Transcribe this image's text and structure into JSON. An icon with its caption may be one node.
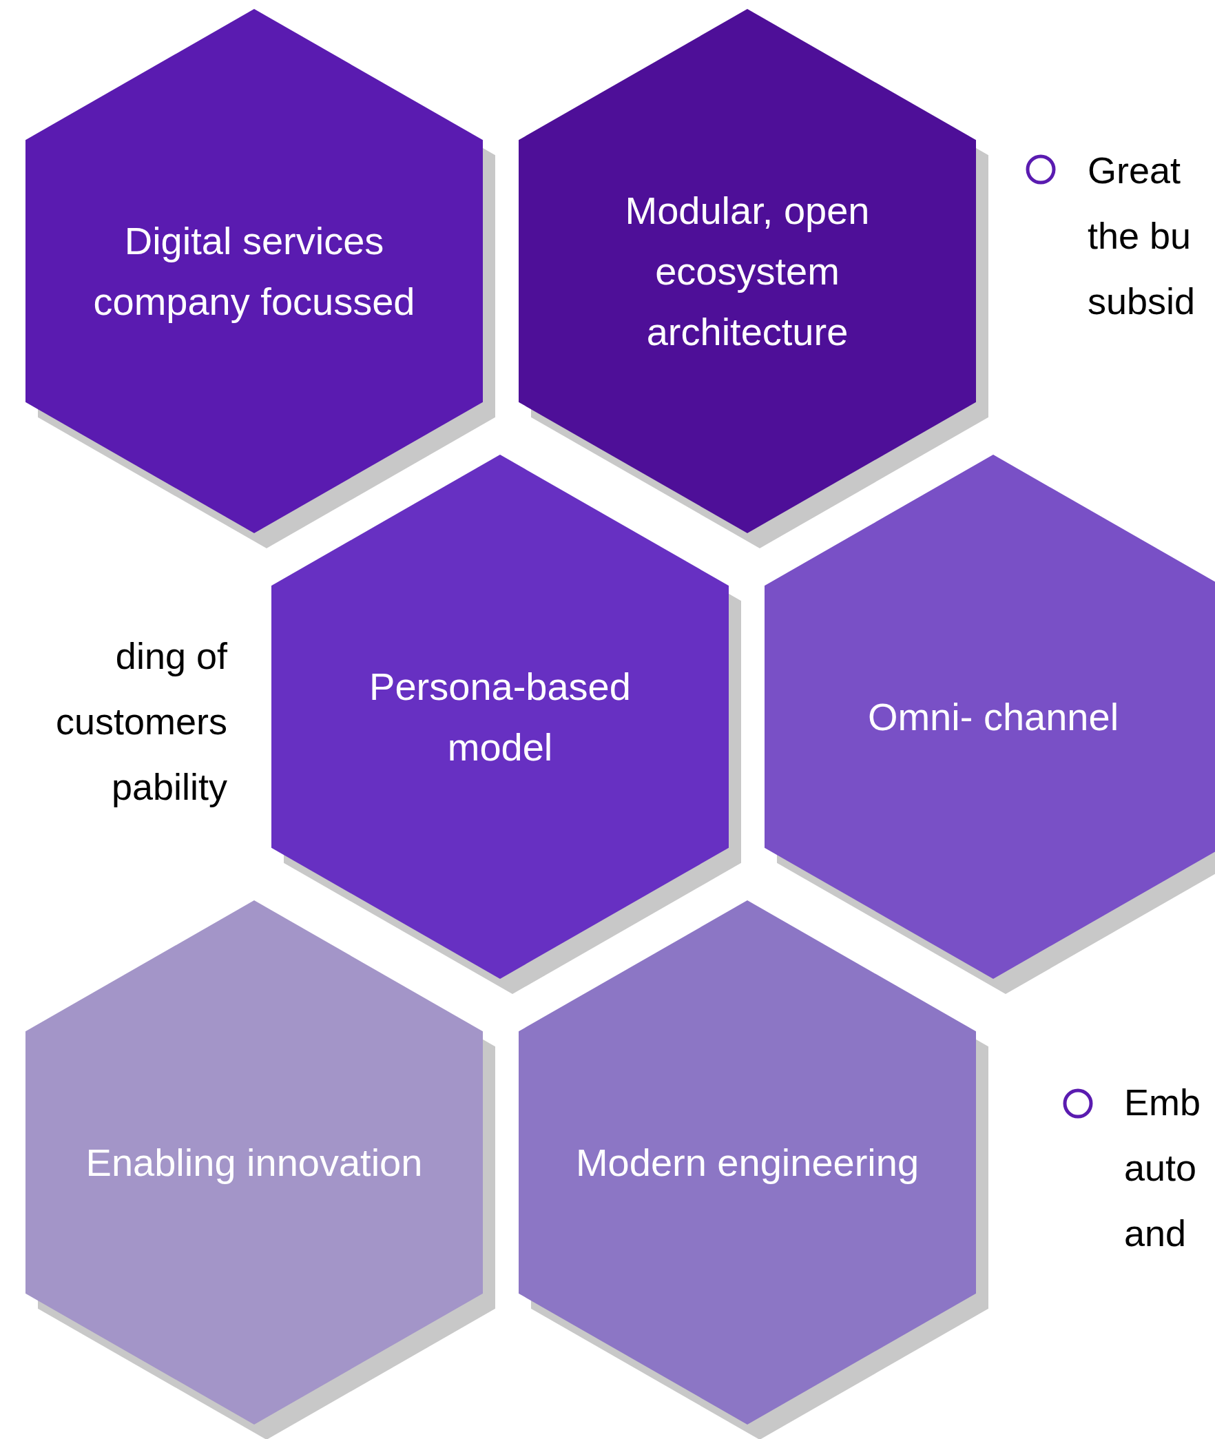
{
  "diagram": {
    "nodes": [
      {
        "text": [
          "Digital services company focussed"
        ]
      },
      {
        "text": [
          "Modular, open ecosystem architecture"
        ]
      },
      {
        "text": [
          "Persona-based model"
        ]
      },
      {
        "text": [
          "Omni- channel"
        ]
      },
      {
        "text": [
          "Enabling innovation"
        ]
      },
      {
        "text": [
          "Modern engineering"
        ]
      }
    ],
    "labels": [
      "Great the bu subsid",
      "ding of customers pability",
      "Emb auto and"
    ]
  }
}
